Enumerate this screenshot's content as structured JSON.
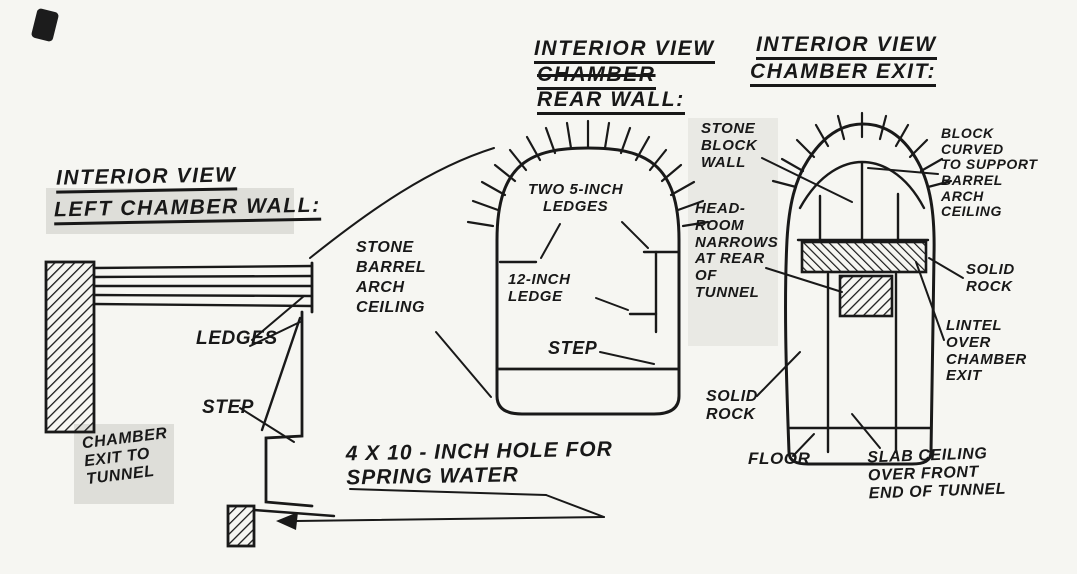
{
  "page": {
    "ink": "#181818",
    "paper": "#f6f6f2",
    "shade": "#dedeD9"
  },
  "left_view": {
    "title1": "INTERIOR VIEW",
    "title2": "LEFT CHAMBER WALL:",
    "ledges": "LEDGES",
    "step": "STEP",
    "chamber_exit": "CHAMBER\nEXIT TO\nTUNNEL"
  },
  "spring_note": "4 X 10 - INCH HOLE FOR\nSPRING WATER",
  "rear_view": {
    "title1": "INTERIOR VIEW",
    "title2": "CHAMBER",
    "title3": "REAR WALL:",
    "stone_barrel": "STONE\nBARREL\nARCH\nCEILING",
    "two_ledges": "TWO 5-INCH\nLEDGES",
    "twelve_ledge": "12-INCH\nLEDGE",
    "step": "STEP"
  },
  "exit_view": {
    "title1": "INTERIOR VIEW",
    "title2": "CHAMBER EXIT:",
    "stone_block_wall": "STONE\nBLOCK\nWALL",
    "headroom": "HEAD-\nROOM\nNARROWS\nAT REAR\nOF\nTUNNEL",
    "solid_rock_left": "SOLID\nROCK",
    "floor": "FLOOR",
    "block_curved": "BLOCK\nCURVED\nTO SUPPORT\nBARREL\nARCH\nCEILING",
    "solid_rock_right": "SOLID\nROCK",
    "lintel": "LINTEL\nOVER\nCHAMBER\nEXIT",
    "slab_ceiling": "SLAB CEILING\nOVER FRONT\nEND OF TUNNEL"
  }
}
